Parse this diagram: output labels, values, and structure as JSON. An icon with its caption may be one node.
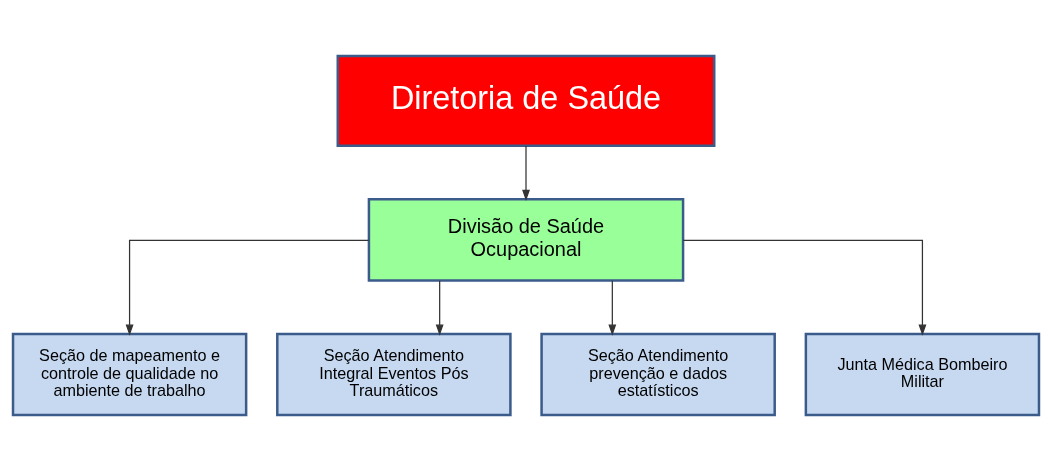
{
  "diagram": {
    "nodes": [
      {
        "text": [
          "Diretoria de Saúde"
        ]
      },
      {
        "text": [
          "Divisão de Saúde Ocupacional"
        ]
      },
      {
        "text": [
          "Seção de mapeamento e controle de qualidade no ambiente de trabalho"
        ]
      },
      {
        "text": [
          "Seção Atendimento Integral Eventos Pós Traumáticos"
        ]
      },
      {
        "text": [
          "Seção Atendimento prevenção e dados estatísticos"
        ]
      },
      {
        "text": [
          "Junta Médica Bombeiro Militar"
        ]
      }
    ],
    "edges": [
      {
        "from": 0,
        "to": 1,
        "arrow": "to"
      },
      {
        "from": 1,
        "to": 2,
        "arrow": "to"
      },
      {
        "from": 1,
        "to": 3,
        "arrow": "to"
      },
      {
        "from": 1,
        "to": 4,
        "arrow": "to"
      },
      {
        "from": 1,
        "to": 5,
        "arrow": "to"
      }
    ]
  }
}
